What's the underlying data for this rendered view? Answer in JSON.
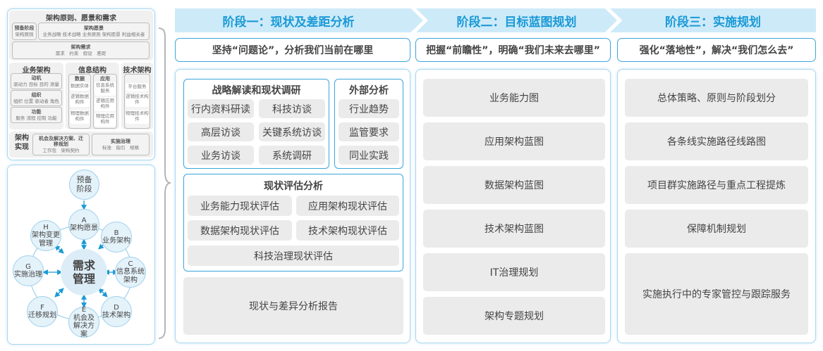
{
  "left_top": {
    "title": "架构原则、愿景和需求",
    "prep": {
      "title": "预备阶段",
      "sub": "架构原则"
    },
    "vision": {
      "title": "架构愿景",
      "sub": "业务战略 技术战略 业务原则 架构愿景 利益相关者"
    },
    "requirements": {
      "title": "架构需求",
      "sub": "需求　约束　假设　差距"
    },
    "business": {
      "title": "业务架构",
      "items": [
        {
          "title": "动机",
          "sub": "驱动力 目标 目的 测量"
        },
        {
          "title": "组织",
          "sub": "组织 位置 驱动者 角色"
        },
        {
          "title": "功能",
          "sub": "服务 流程 控制 功能"
        }
      ]
    },
    "info": {
      "title": "信息结构",
      "data": {
        "title": "数据",
        "items": [
          "数据实体",
          "逻辑数据构件",
          "物理数据构件"
        ]
      },
      "app": {
        "title": "应用",
        "items": [
          "信息系统服务",
          "逻辑应用构件",
          "物理应用构件"
        ]
      }
    },
    "tech": {
      "title": "技术架构",
      "items": [
        "平台服务",
        "逻辑技术构件",
        "物理技术构件"
      ]
    },
    "realization": {
      "title": "架构实现",
      "opportunity": {
        "title": "机会及解决方案、迁移规划",
        "sub": "工作包　架构契约"
      },
      "governance": {
        "title": "实施治理",
        "sub": "标准　指引　规格"
      }
    }
  },
  "cycle": {
    "center": "需求管理",
    "prep": "预备阶段",
    "nodes": [
      {
        "letter": "A",
        "label": "架构愿景"
      },
      {
        "letter": "B",
        "label": "业务架构"
      },
      {
        "letter": "C",
        "label": "信息系统架构"
      },
      {
        "letter": "D",
        "label": "技术架构"
      },
      {
        "letter": "E",
        "label": "机会及解决方案"
      },
      {
        "letter": "F",
        "label": "迁移规划"
      },
      {
        "letter": "G",
        "label": "实施治理"
      },
      {
        "letter": "H",
        "label": "架构变更管理"
      }
    ]
  },
  "stages": [
    {
      "title": "阶段一：现状及差距分析",
      "slogan": "坚持“问题论”，分析我们当前在哪里"
    },
    {
      "title": "阶段二：目标蓝图规划",
      "slogan": "把握“前瞻性”，明确“我们未来去哪里”"
    },
    {
      "title": "阶段三：实施规划",
      "slogan": "强化“落地性”，解决“我们怎么去”"
    }
  ],
  "stage1": {
    "strategy": {
      "title": "战略解读和现状调研",
      "items": [
        "行内资料研读",
        "科技访谈",
        "高层访谈",
        "关键系统访谈",
        "业务访谈",
        "系统调研"
      ]
    },
    "external": {
      "title": "外部分析",
      "items": [
        "行业趋势",
        "监管要求",
        "同业实践"
      ]
    },
    "assessment": {
      "title": "现状评估分析",
      "items": [
        "业务能力现状评估",
        "应用架构现状评估",
        "数据架构现状评估",
        "技术架构现状评估",
        "科技治理现状评估"
      ]
    },
    "report": "现状与差异分析报告"
  },
  "stage2": {
    "items": [
      "业务能力图",
      "应用架构蓝图",
      "数据架构蓝图",
      "技术架构蓝图",
      "IT治理规划",
      "架构专题规划"
    ]
  },
  "stage3": {
    "items": [
      "总体策略、原则与阶段划分",
      "各条线实施路径线路图",
      "项目群实施路径与重点工程提炼",
      "保障机制规划",
      "实施执行中的专家管控与跟踪服务"
    ]
  },
  "colors": {
    "accent": "#1a9ad6",
    "border": "#3aa6dc",
    "banner": "#cdeaf9",
    "item": "#ebebeb"
  }
}
